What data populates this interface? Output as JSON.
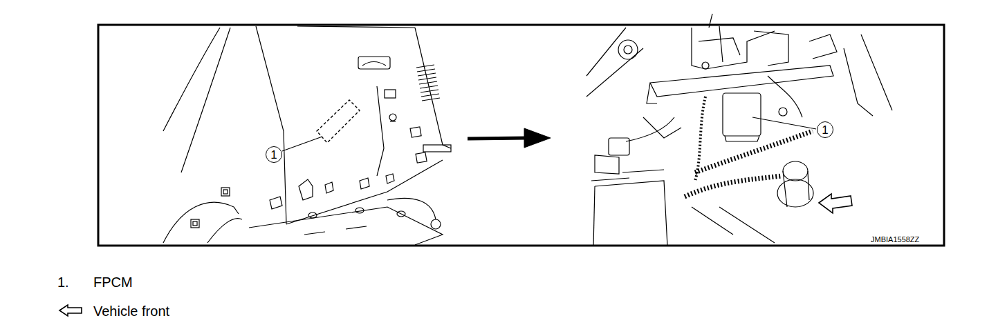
{
  "diagram": {
    "labels": [
      "1",
      "1",
      "JMBIA1558ZZ",
      "1.",
      "FPCM",
      "Vehicle front"
    ]
  }
}
